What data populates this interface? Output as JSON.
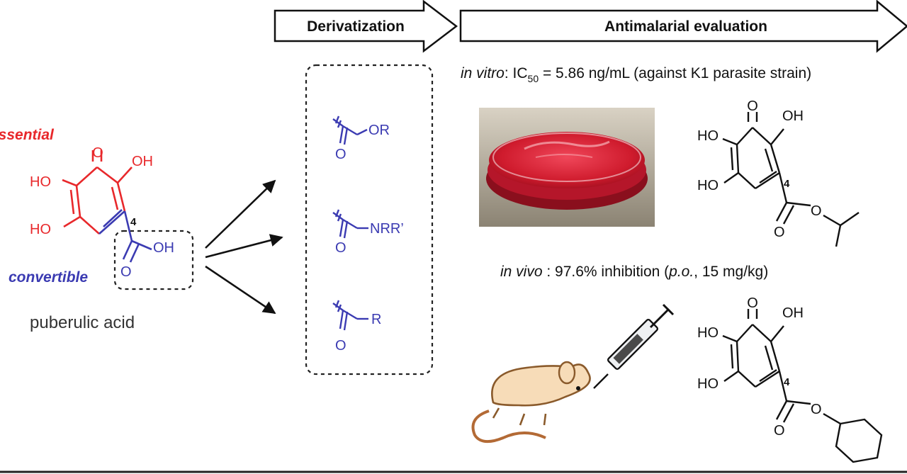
{
  "header": {
    "derivatization_label": "Derivatization",
    "evaluation_label": "Antimalarial evaluation"
  },
  "in_vitro": {
    "prefix": "in vitro",
    "ic_label": ": IC",
    "ic_sub": "50",
    "result": " = 5.86 ng/mL (against K1 parasite strain)"
  },
  "in_vivo": {
    "prefix": "in vivo",
    "result_a": " : 97.6% inhibition (",
    "route": "p.o.",
    "result_b": ", 15 mg/kg)"
  },
  "puberulic": {
    "essential_label": "essential",
    "convertible_label": "convertible",
    "name": "puberulic acid",
    "ketone_o": "O",
    "oh_label": "OH",
    "ho_upper": "HO",
    "ho_lower": "HO",
    "cooh_oh": "OH",
    "carbonyl_o": "O",
    "position": "4"
  },
  "derivatives": [
    {
      "group": "OR",
      "o": "O"
    },
    {
      "group": "NRR’",
      "o": "O"
    },
    {
      "group": "R",
      "o": "O"
    }
  ],
  "compound_ester": {
    "ketone_o": "O",
    "oh_label": "OH",
    "ho_upper": "HO",
    "ho_lower": "HO",
    "position": "4",
    "ester_o": "O",
    "carbonyl_o": "O"
  },
  "compound_cyclohexyl": {
    "ketone_o": "O",
    "oh_label": "OH",
    "ho_upper": "HO",
    "ho_lower": "HO",
    "position": "4",
    "ester_o": "O",
    "carbonyl_o": "O"
  },
  "colors": {
    "essential": "#e8282b",
    "convertible": "#3b3bb2",
    "dish": "#d81f30",
    "mouse": "#f7dcb8"
  },
  "images": {
    "petri_dish": "petri-dish-photo",
    "mouse": "mouse-illustration",
    "syringe": "syringe-illustration"
  }
}
